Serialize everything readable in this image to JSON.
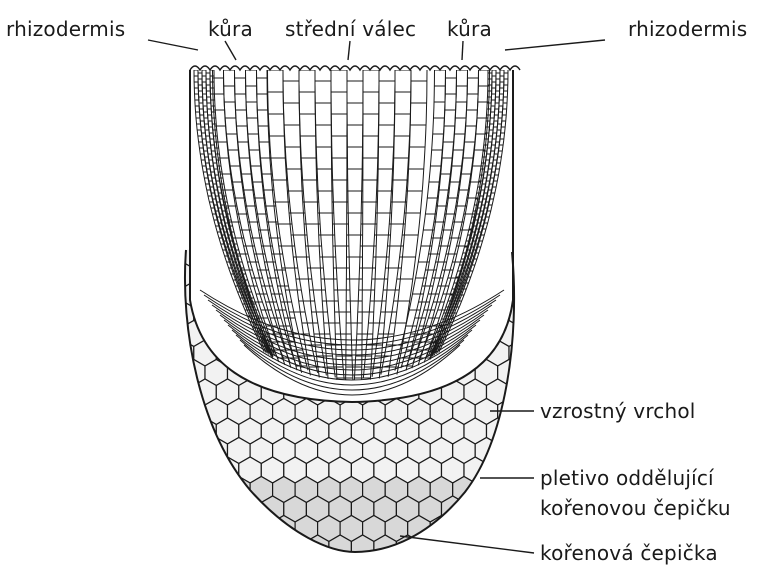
{
  "labels": {
    "rhizodermis_left": "rhizodermis",
    "kura_left": "kůra",
    "stredni_valec": "střední válec",
    "kura_right": "kůra",
    "rhizodermis_right": "rhizodermis",
    "vzrostny_vrchol": "vzrostný vrchol",
    "pletivo_line1": "pletivo oddělující",
    "pletivo_line2": "kořenovou čepičku",
    "korenova_cepicka": "kořenová čepička"
  },
  "colors": {
    "ink": "#1a1a1a",
    "cell_fill": "#d8d8d8",
    "cell_fill_light": "#f2f2f2",
    "background": "#ffffff"
  }
}
